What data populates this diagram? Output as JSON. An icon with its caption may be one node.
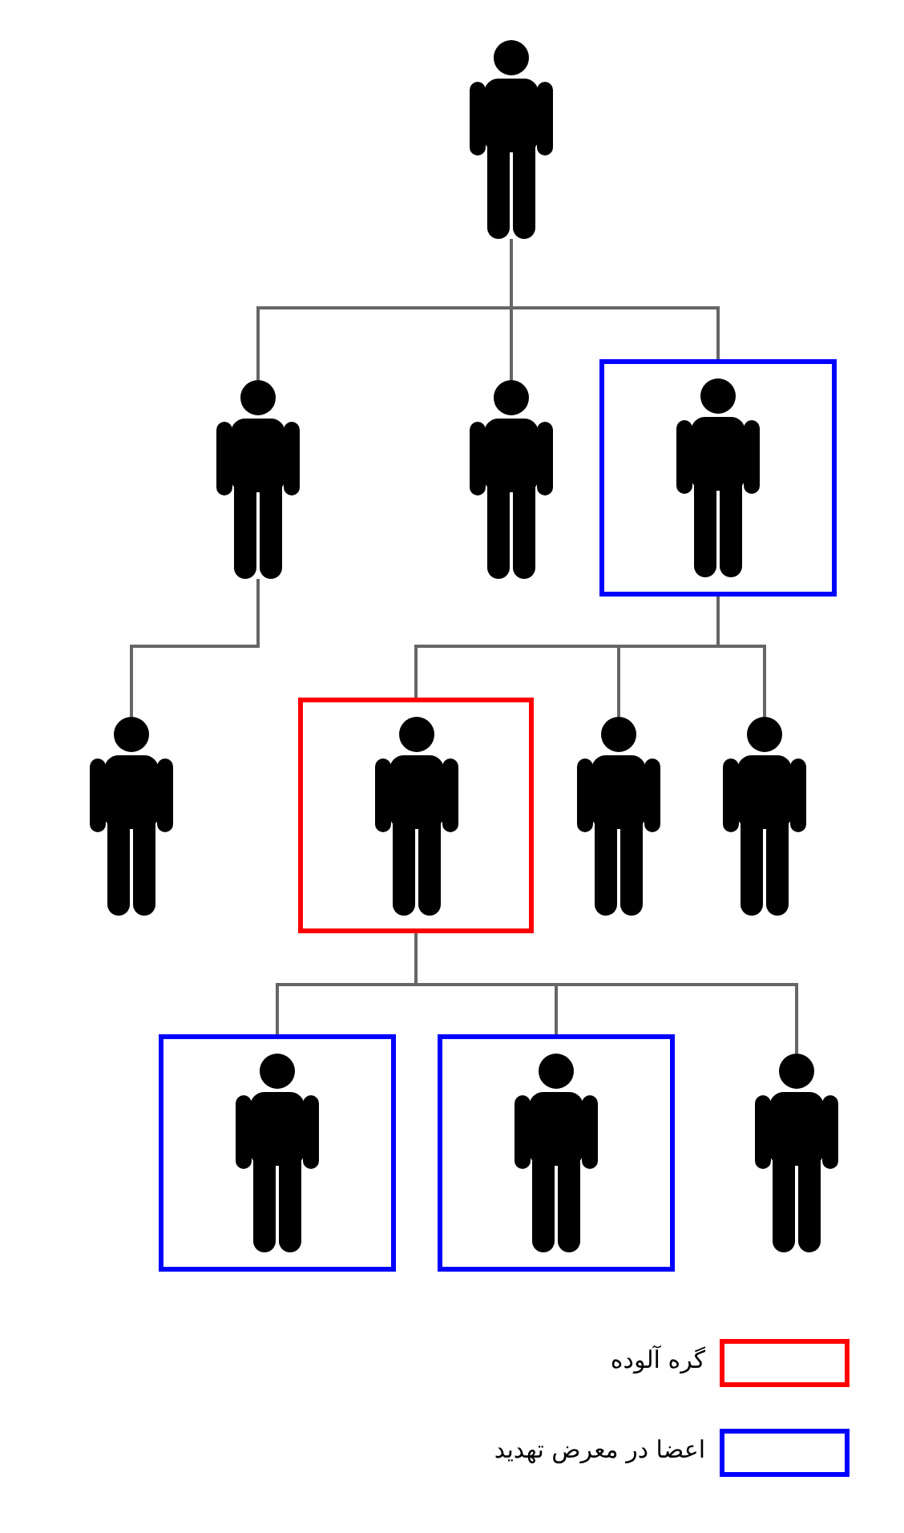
{
  "diagram": {
    "nodes": [
      {
        "text": [],
        "shape": "person"
      },
      {
        "text": [],
        "shape": "person"
      },
      {
        "text": [],
        "shape": "person"
      },
      {
        "text": [],
        "shape": "box"
      },
      {
        "text": [],
        "shape": "person",
        "in": 3
      },
      {
        "text": [],
        "shape": "person"
      },
      {
        "text": [],
        "shape": "box"
      },
      {
        "text": [],
        "shape": "person",
        "in": 6
      },
      {
        "text": [],
        "shape": "person"
      },
      {
        "text": [],
        "shape": "person"
      },
      {
        "text": [],
        "shape": "box"
      },
      {
        "text": [],
        "shape": "person",
        "in": 10
      },
      {
        "text": [],
        "shape": "box"
      },
      {
        "text": [],
        "shape": "person",
        "in": 12
      },
      {
        "text": [],
        "shape": "person"
      }
    ],
    "edges": [
      {
        "from": 0,
        "to": 1,
        "arrow": "none"
      },
      {
        "from": 0,
        "to": 2,
        "arrow": "none"
      },
      {
        "from": 0,
        "to": 3,
        "arrow": "none"
      },
      {
        "from": 1,
        "to": 5,
        "arrow": "none"
      },
      {
        "from": 3,
        "to": 6,
        "arrow": "none"
      },
      {
        "from": 3,
        "to": 8,
        "arrow": "none"
      },
      {
        "from": 3,
        "to": 9,
        "arrow": "none"
      },
      {
        "from": 6,
        "to": 10,
        "arrow": "none"
      },
      {
        "from": 6,
        "to": 12,
        "arrow": "none"
      },
      {
        "from": 6,
        "to": 14,
        "arrow": "none"
      }
    ],
    "legend": [
      {
        "text": "گره آلوده",
        "color": "#ff0000"
      },
      {
        "text": "اعضا در معرض تهدید",
        "color": "#0000ff"
      }
    ]
  }
}
